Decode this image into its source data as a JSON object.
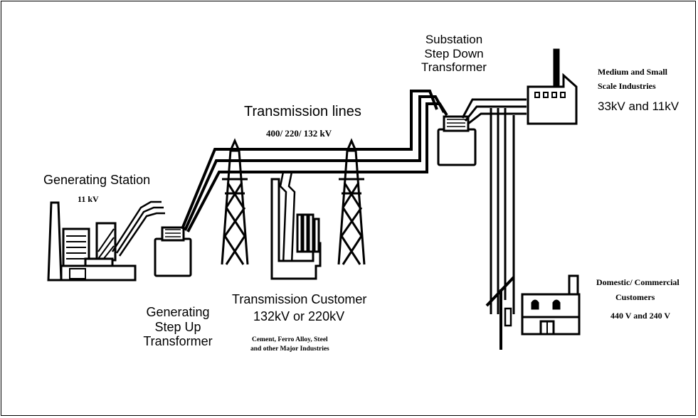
{
  "generating_station": {
    "title": "Generating Station",
    "voltage": "11 kV"
  },
  "step_up_transformer": {
    "line1": "Generating",
    "line2": "Step Up",
    "line3": "Transformer"
  },
  "transmission_lines": {
    "title": "Transmission lines",
    "voltage": "400/ 220/ 132 kV"
  },
  "transmission_customer": {
    "title": "Transmission Customer",
    "voltage": "132kV or 220kV",
    "note_line1": "Cement, Ferro Alloy, Steel",
    "note_line2": "and other Major Industries"
  },
  "substation": {
    "line1": "Substation",
    "line2": "Step Down",
    "line3": "Transformer"
  },
  "medium_small_industries": {
    "line1": "Medium and Small",
    "line2": "Scale Industries",
    "voltage": "33kV and 11kV"
  },
  "domestic_commercial": {
    "line1": "Domestic/ Commercial",
    "line2": "Customers",
    "voltage": "440 V and 240 V"
  }
}
